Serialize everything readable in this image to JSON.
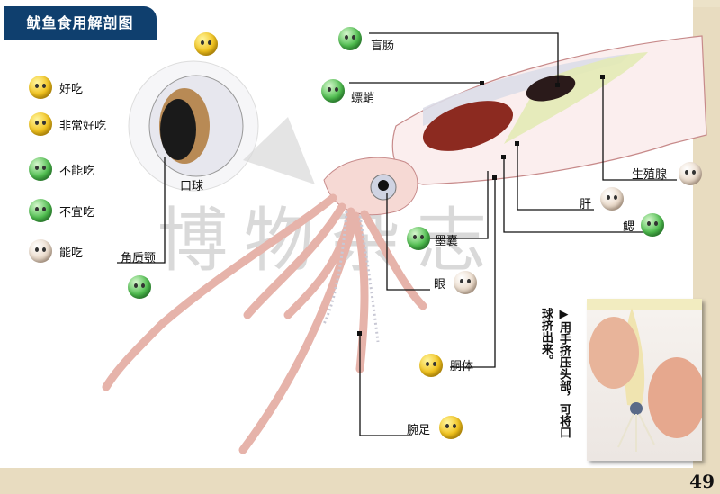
{
  "title": "鱿鱼食用解剖图",
  "legend": [
    {
      "icon": "yellow-wink-emoji-icon",
      "label": "好吃",
      "color": "#f2c21b"
    },
    {
      "icon": "yellow-heart-eyes-emoji-icon",
      "label": "非常好吃",
      "color": "#f2c21b"
    },
    {
      "icon": "green-sick-emoji-icon",
      "label": "不能吃",
      "color": "#4fbf4f"
    },
    {
      "icon": "green-dizzy-emoji-icon",
      "label": "不宜吃",
      "color": "#4fbf4f"
    },
    {
      "icon": "beige-worried-emoji-icon",
      "label": "能吃",
      "color": "#ead8c6"
    }
  ],
  "parts": [
    {
      "name": "口球",
      "rating": "好吃"
    },
    {
      "name": "角质颚",
      "rating": "不能吃"
    },
    {
      "name": "盲肠",
      "rating": "不能吃"
    },
    {
      "name": "螵蛸",
      "rating": "不能吃"
    },
    {
      "name": "生殖腺",
      "rating": "能吃"
    },
    {
      "name": "肝",
      "rating": "能吃"
    },
    {
      "name": "鳃",
      "rating": "不能吃"
    },
    {
      "name": "墨囊",
      "rating": "不宜吃"
    },
    {
      "name": "眼",
      "rating": "能吃"
    },
    {
      "name": "胴体",
      "rating": "好吃"
    },
    {
      "name": "腕足",
      "rating": "好吃"
    }
  ],
  "watermark": "博物杂志",
  "tip": {
    "marker": "▶",
    "col1": "用手挤压头部，可将口",
    "col2": "球挤出来。"
  },
  "page_number": "49",
  "colors": {
    "banner": "#0f3f6e",
    "page_border": "#e8dcc0"
  }
}
